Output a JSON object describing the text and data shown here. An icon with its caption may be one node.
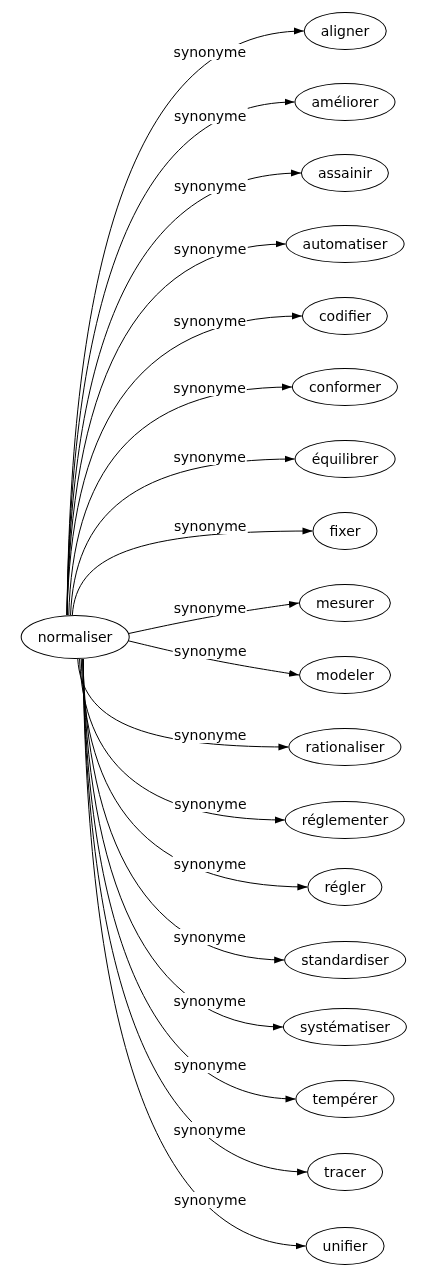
{
  "diagram": {
    "nodes": [
      {
        "text": [
          "normaliser"
        ]
      },
      {
        "text": [
          "aligner"
        ]
      },
      {
        "text": [
          "améliorer"
        ]
      },
      {
        "text": [
          "assainir"
        ]
      },
      {
        "text": [
          "automatiser"
        ]
      },
      {
        "text": [
          "codifier"
        ]
      },
      {
        "text": [
          "conformer"
        ]
      },
      {
        "text": [
          "équilibrer"
        ]
      },
      {
        "text": [
          "fixer"
        ]
      },
      {
        "text": [
          "mesurer"
        ]
      },
      {
        "text": [
          "modeler"
        ]
      },
      {
        "text": [
          "rationaliser"
        ]
      },
      {
        "text": [
          "réglementer"
        ]
      },
      {
        "text": [
          "régler"
        ]
      },
      {
        "text": [
          "standardiser"
        ]
      },
      {
        "text": [
          "systématiser"
        ]
      },
      {
        "text": [
          "tempérer"
        ]
      },
      {
        "text": [
          "tracer"
        ]
      },
      {
        "text": [
          "unifier"
        ]
      }
    ],
    "edges": [
      {
        "from": 0,
        "to": 1,
        "arrow": "to",
        "label": "synonyme"
      },
      {
        "from": 0,
        "to": 2,
        "arrow": "to",
        "label": "synonyme"
      },
      {
        "from": 0,
        "to": 3,
        "arrow": "to",
        "label": "synonyme"
      },
      {
        "from": 0,
        "to": 4,
        "arrow": "to",
        "label": "synonyme"
      },
      {
        "from": 0,
        "to": 5,
        "arrow": "to",
        "label": "synonyme"
      },
      {
        "from": 0,
        "to": 6,
        "arrow": "to",
        "label": "synonyme"
      },
      {
        "from": 0,
        "to": 7,
        "arrow": "to",
        "label": "synonyme"
      },
      {
        "from": 0,
        "to": 8,
        "arrow": "to",
        "label": "synonyme"
      },
      {
        "from": 0,
        "to": 9,
        "arrow": "to",
        "label": "synonyme"
      },
      {
        "from": 0,
        "to": 10,
        "arrow": "to",
        "label": "synonyme"
      },
      {
        "from": 0,
        "to": 11,
        "arrow": "to",
        "label": "synonyme"
      },
      {
        "from": 0,
        "to": 12,
        "arrow": "to",
        "label": "synonyme"
      },
      {
        "from": 0,
        "to": 13,
        "arrow": "to",
        "label": "synonyme"
      },
      {
        "from": 0,
        "to": 14,
        "arrow": "to",
        "label": "synonyme"
      },
      {
        "from": 0,
        "to": 15,
        "arrow": "to",
        "label": "synonyme"
      },
      {
        "from": 0,
        "to": 16,
        "arrow": "to",
        "label": "synonyme"
      },
      {
        "from": 0,
        "to": 17,
        "arrow": "to",
        "label": "synonyme"
      },
      {
        "from": 0,
        "to": 18,
        "arrow": "to",
        "label": "synonyme"
      }
    ]
  }
}
